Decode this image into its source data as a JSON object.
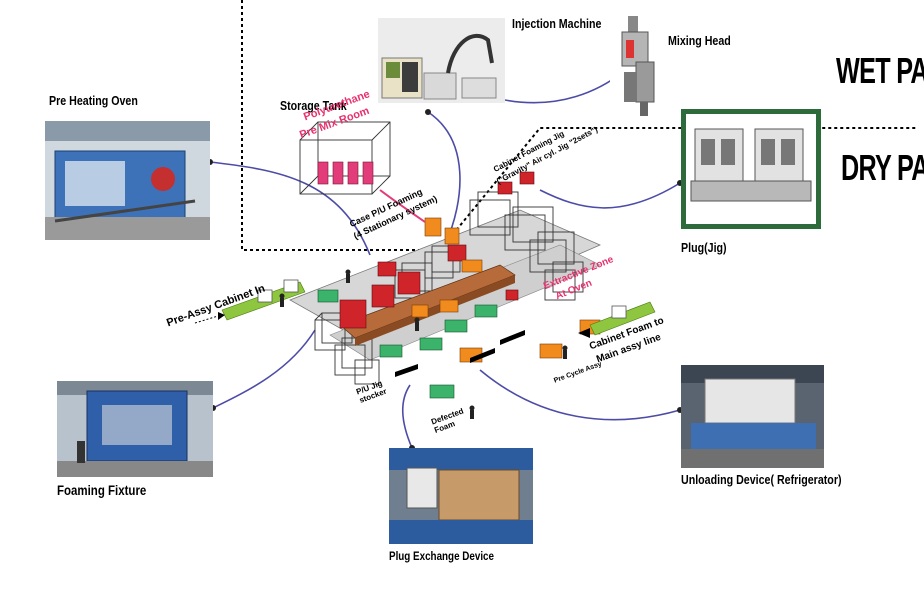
{
  "zones": {
    "wet_part": "WET PART",
    "dry_part": "DRY PART"
  },
  "equipment": {
    "injection_machine": "Injection Machine",
    "mixing_head": "Mixing Head",
    "storage_tank": "Storage Tank",
    "pre_heating_oven": "Pre Heating Oven",
    "plug_jig": "Plug(Jig)",
    "foaming_fixture": "Foaming Fixture",
    "plug_exchange_device": "Plug Exchange Device",
    "unloading_device": "Unloading Device( Refrigerator)"
  },
  "layout_labels": {
    "polyurethane": "Polyurethane",
    "pre_mix_room": "Pre Mix Room",
    "pre_assy_cabinet_in": "Pre-Assy Cabinet In",
    "case_pu_foaming": "Case P/U Foaming",
    "stationary_system": "(4 Stationary system)",
    "cabinet_foaming_jig": "Cabinet Foaming Jig",
    "gravity_air_cyl": "(\"Gravity\" Air cyl. Jig \"2sets\")",
    "extractive_zone": "Extractive Zone",
    "at_oven": "At Oven",
    "cabinet_foam_to": "Cabinet Foam to",
    "main_assy_line": "Main assy line",
    "pu_jig_stocker": "P/U Jig stocker",
    "defected_foam": "Defected Foam",
    "pre_cycle_assy": "Pre Cycle Assy"
  }
}
